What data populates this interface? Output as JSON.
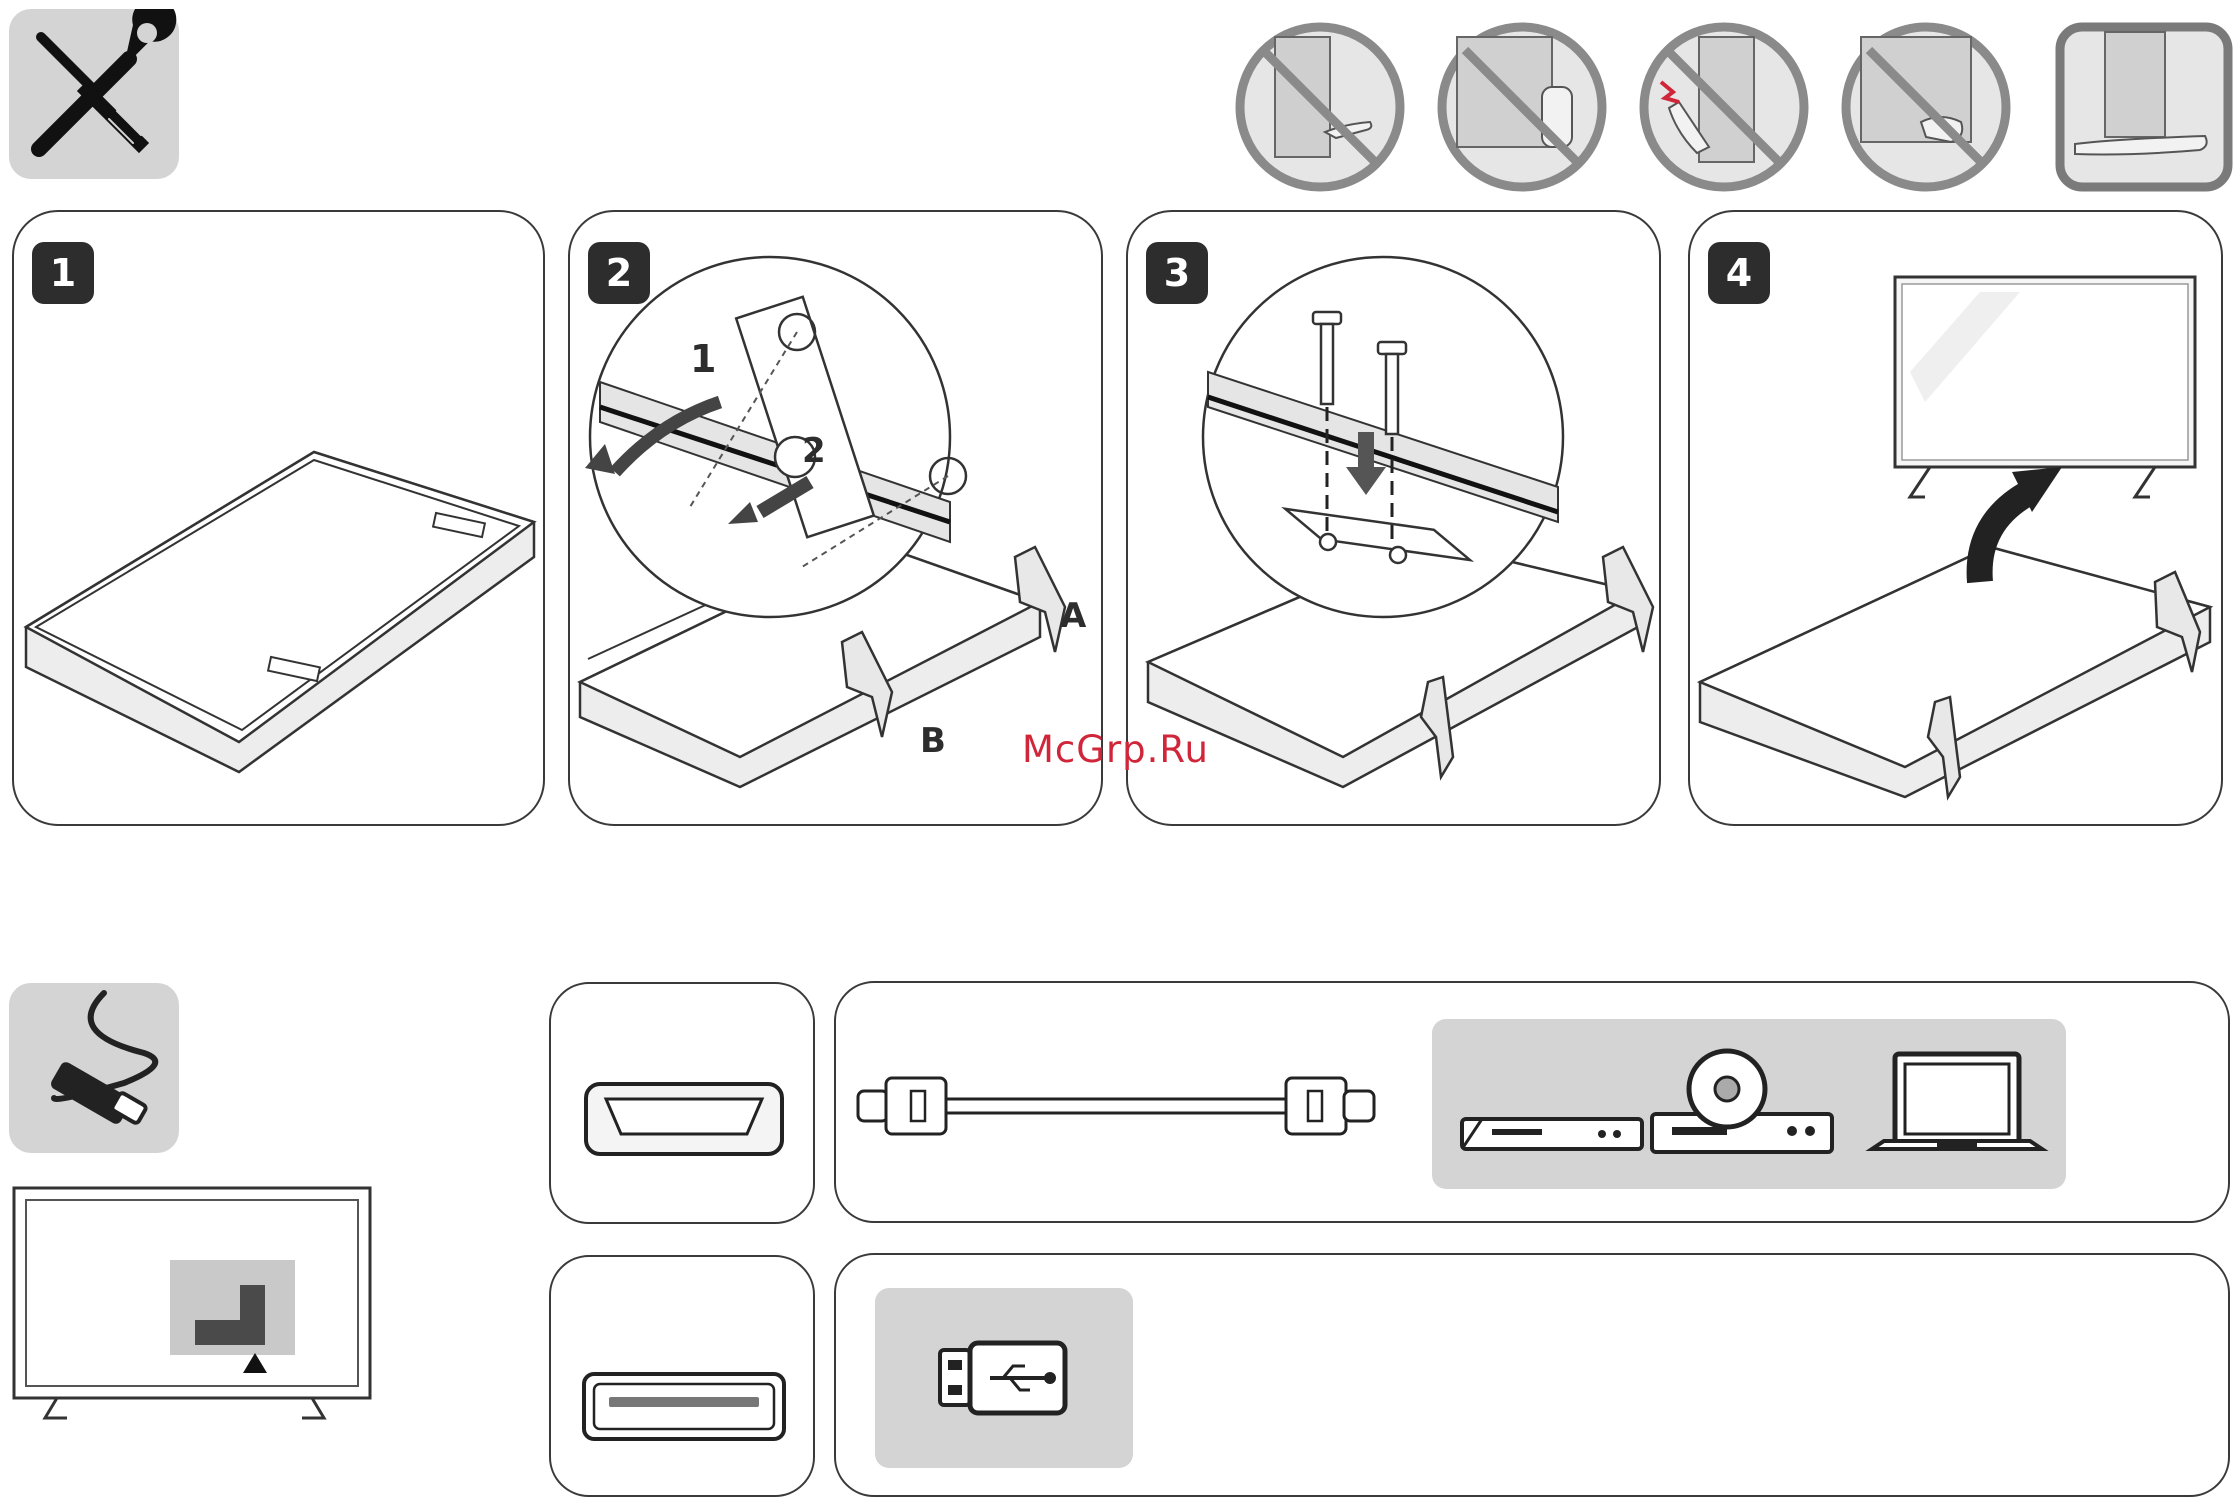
{
  "assembly": {
    "steps": [
      {
        "number": "1"
      },
      {
        "number": "2",
        "callout_1": "1",
        "callout_2": "2",
        "label_a": "A",
        "label_b": "B"
      },
      {
        "number": "3"
      },
      {
        "number": "4"
      }
    ],
    "icons": {
      "tools": "screwdriver-wrench-icon",
      "warnings": [
        "no-touch-screen-icon",
        "no-grip-panel-icon",
        "no-press-screen-icon",
        "no-lift-by-bezel-icon",
        "support-bottom-icon"
      ]
    }
  },
  "connections": {
    "cable_icon": "power-cable-icon",
    "hdmi_port_icon": "hdmi-port-icon",
    "hdmi_cable_icon": "hdmi-cable-icon",
    "devices": [
      "set-top-box-icon",
      "dvd-player-icon",
      "laptop-icon"
    ],
    "usb_port_icon": "usb-port-icon",
    "usb_drive_icon": "usb-drive-icon"
  },
  "watermark": "McGrp.Ru",
  "colors": {
    "watermark": "#d0263a",
    "tile": "#d4d4d4",
    "badge": "#2d2d2d"
  }
}
